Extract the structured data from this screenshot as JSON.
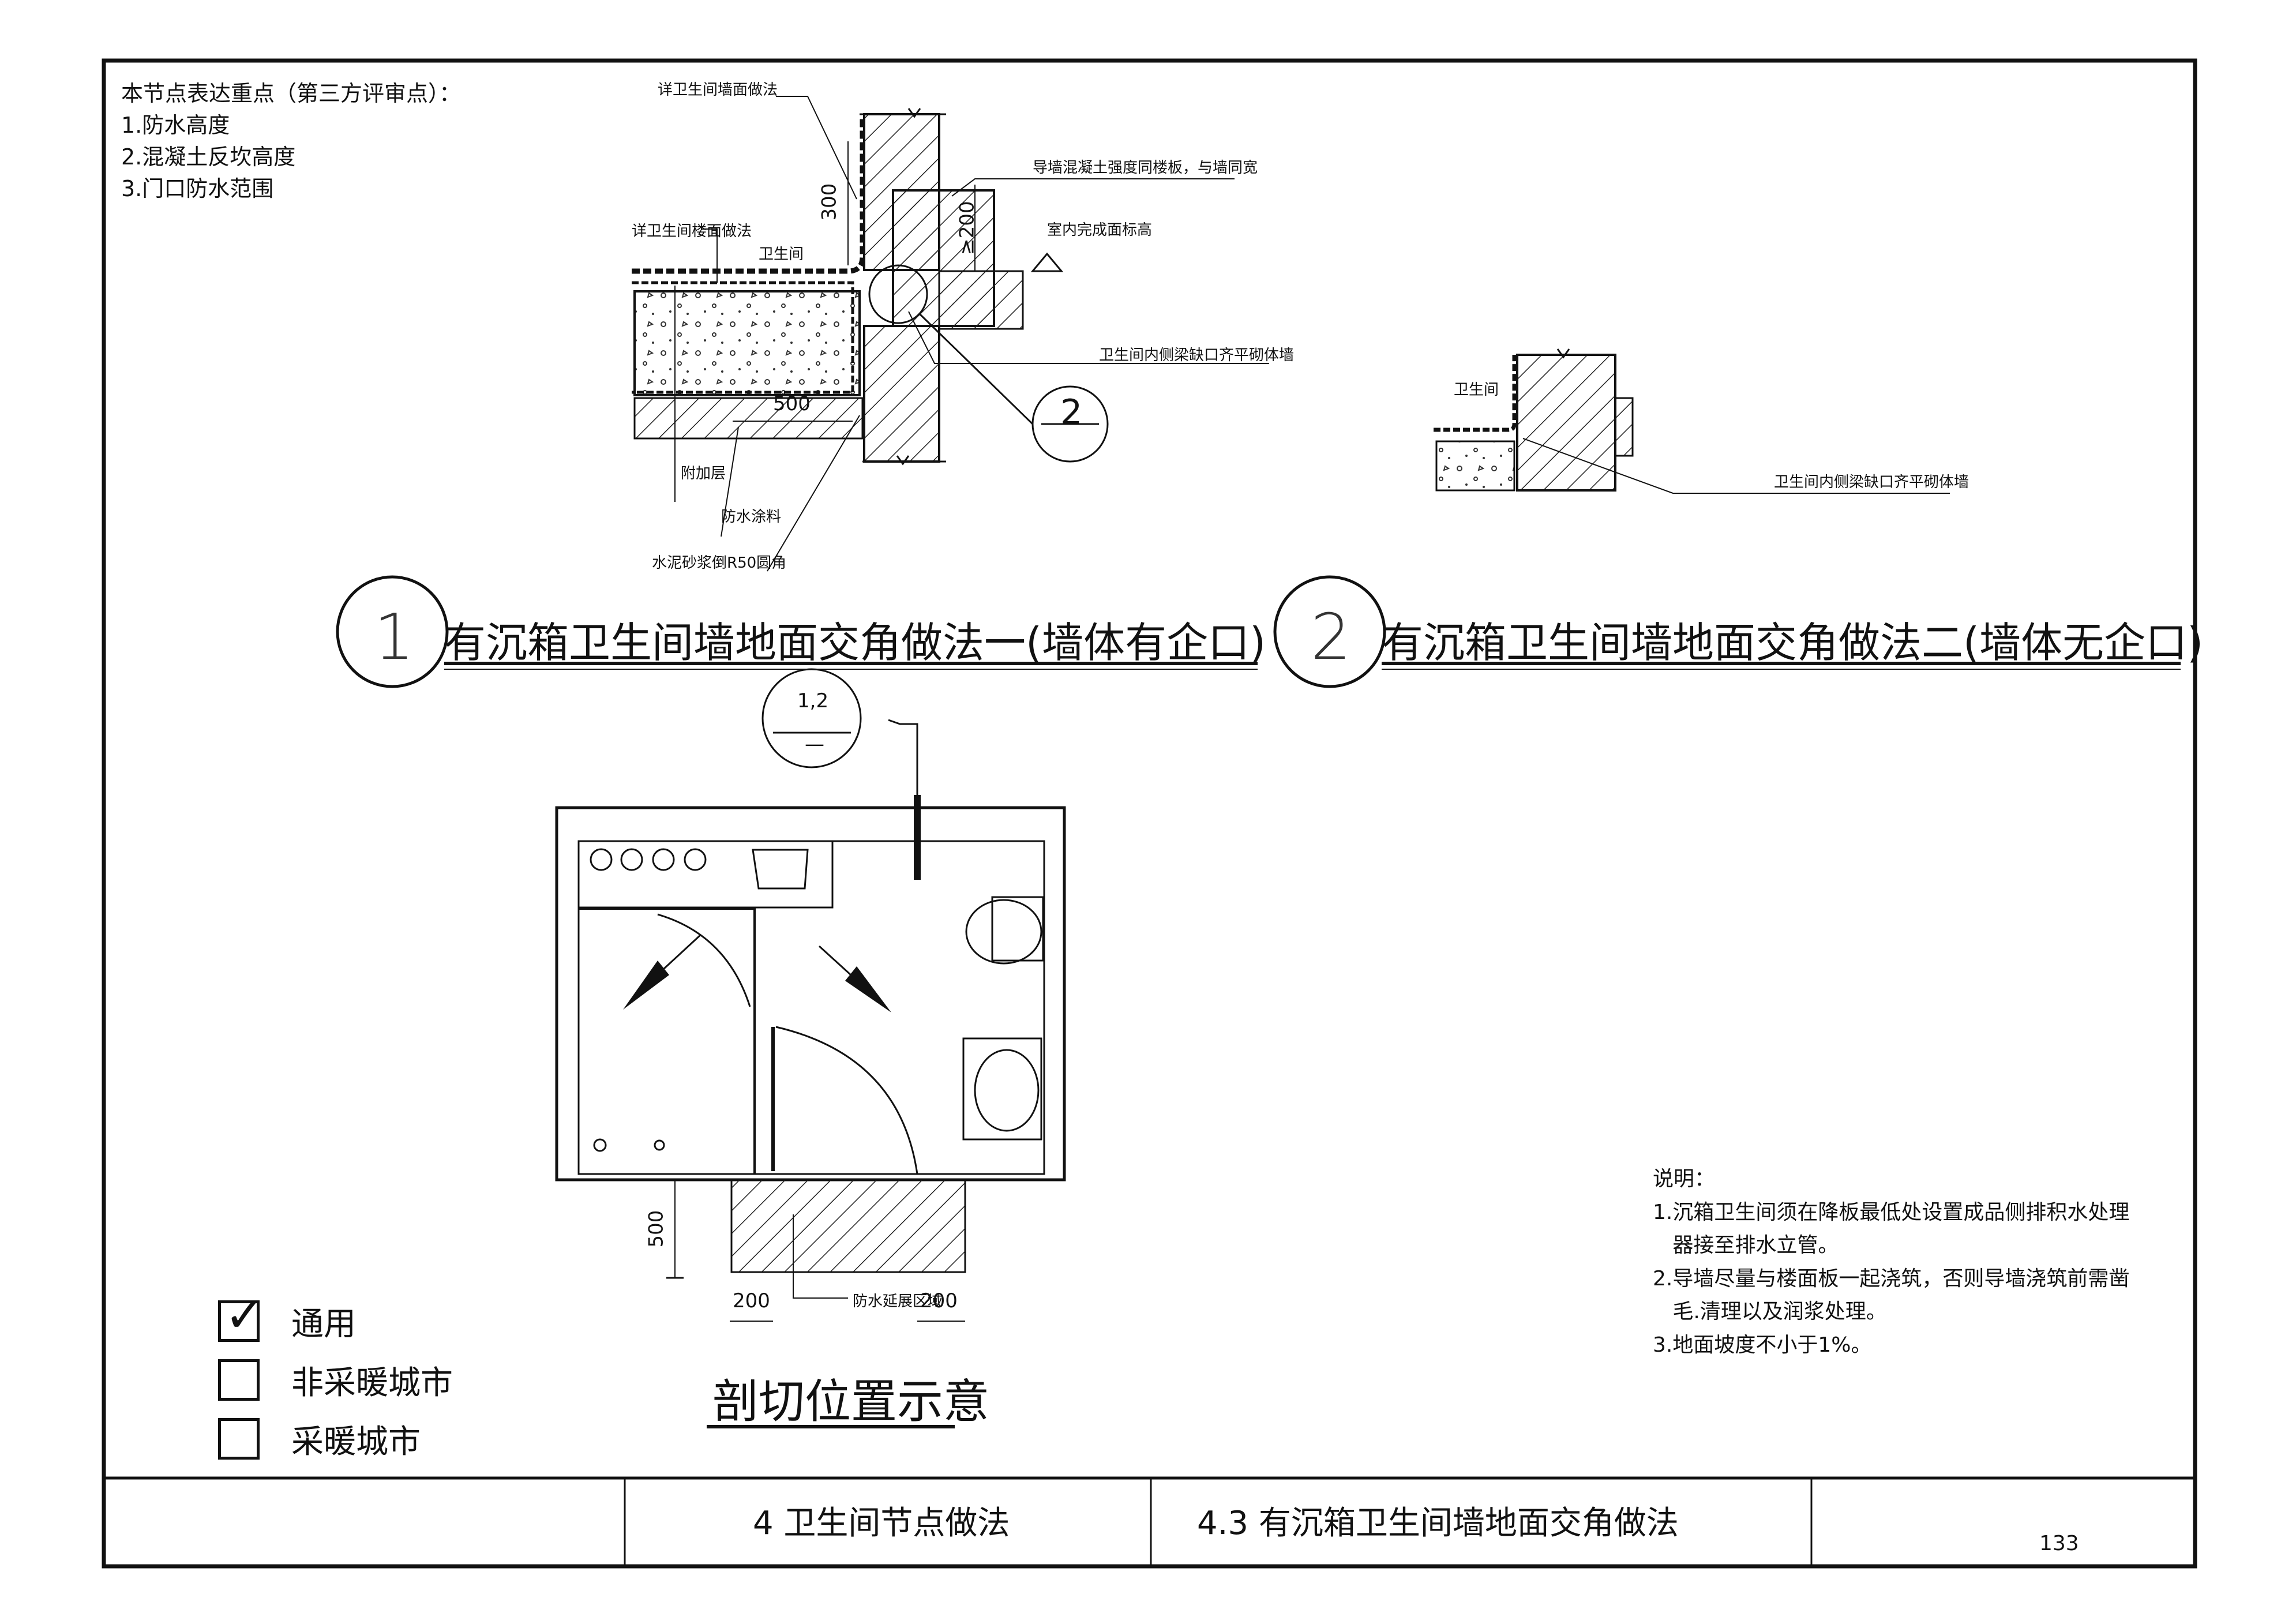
{
  "key_points": {
    "heading": "本节点表达重点（第三方评审点）：",
    "items": [
      "1.防水高度",
      "2.混凝土反坎高度",
      "3.门口防水范围"
    ]
  },
  "detail1": {
    "number": "1",
    "title": "有沉箱卫生间墙地面交角做法一(墙体有企口)",
    "callout_num": "2",
    "labels": {
      "wall_method": "详卫生间墙面做法",
      "floor_method": "详卫生间楼面做法",
      "room": "卫生间",
      "guide_wall": "导墙混凝土强度同楼板，与墙同宽",
      "finish_level": "室内完成面标高",
      "beam_notch": "卫生间内侧梁缺口齐平砌体墙",
      "extra_layer": "附加层",
      "coating": "防水涂料",
      "mortar": "水泥砂浆倒R50圆角",
      "dim_300": "300",
      "dim_200": "≥200",
      "dim_500": "500"
    }
  },
  "detail2": {
    "number": "2",
    "title": "有沉箱卫生间墙地面交角做法二(墙体无企口)",
    "labels": {
      "room": "卫生间",
      "beam_notch": "卫生间内侧梁缺口齐平砌体墙"
    }
  },
  "section_plan": {
    "ref_top": "1,2",
    "ref_bottom": "—",
    "title": "剖切位置示意",
    "zone_label": "防水延展区域",
    "dim_500": "500",
    "dim_200_left": "200",
    "dim_200_right": "200"
  },
  "legend": {
    "items": [
      {
        "label": "通用",
        "checked": true
      },
      {
        "label": "非采暖城市",
        "checked": false
      },
      {
        "label": "采暖城市",
        "checked": false
      }
    ],
    "check_glyph": "✓"
  },
  "notes": {
    "heading": "说明：",
    "lines": [
      "1.沉箱卫生间须在降板最低处设置成品侧排积水处理",
      "   器接至排水立管。",
      "2.导墙尽量与楼面板一起浇筑，否则导墙浇筑前需凿",
      "   毛.清理以及润浆处理。",
      "3.地面坡度不小于1%。"
    ]
  },
  "title_block": {
    "chapter": "4  卫生间节点做法",
    "section": "4.3  有沉箱卫生间墙地面交角做法",
    "page": "133"
  }
}
